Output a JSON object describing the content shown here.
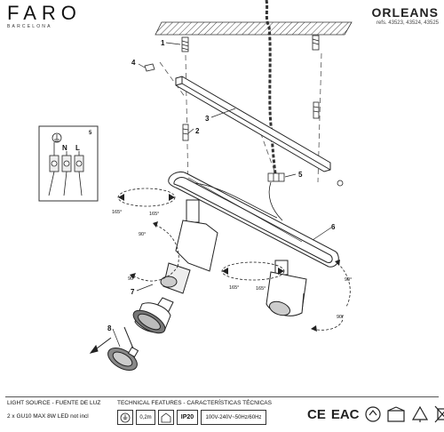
{
  "header": {
    "brand": "FARO",
    "brand_sub": "BARCELONA",
    "product": "ORLEANS",
    "refs": "refs. 43523, 43524, 43525"
  },
  "callouts": [
    "1",
    "2",
    "3",
    "4",
    "5",
    "6",
    "7",
    "8"
  ],
  "angles": {
    "a165_1": "165°",
    "a165_2": "165°",
    "a90_1": "90°",
    "a90_2": "90°",
    "a165_3": "165°",
    "a165_4": "165°",
    "a90_3": "90°",
    "a90_4": "90°"
  },
  "terminal": {
    "label": "5",
    "n": "N",
    "l": "L"
  },
  "footer": {
    "light_source_title": "LIGHT SOURCE - FUENTE DE LUZ",
    "light_source_desc": "2 x GU10 MAX 8W LED not incl",
    "tech_title": "TECHNICAL FEATURES - CARACTERÍSTICAS TÉCNICAS",
    "distance": "0,2m",
    "ip": "IP20",
    "voltage": "100V-240V~50Hz/60Hz",
    "ce": "CE",
    "eac": "EAC"
  }
}
